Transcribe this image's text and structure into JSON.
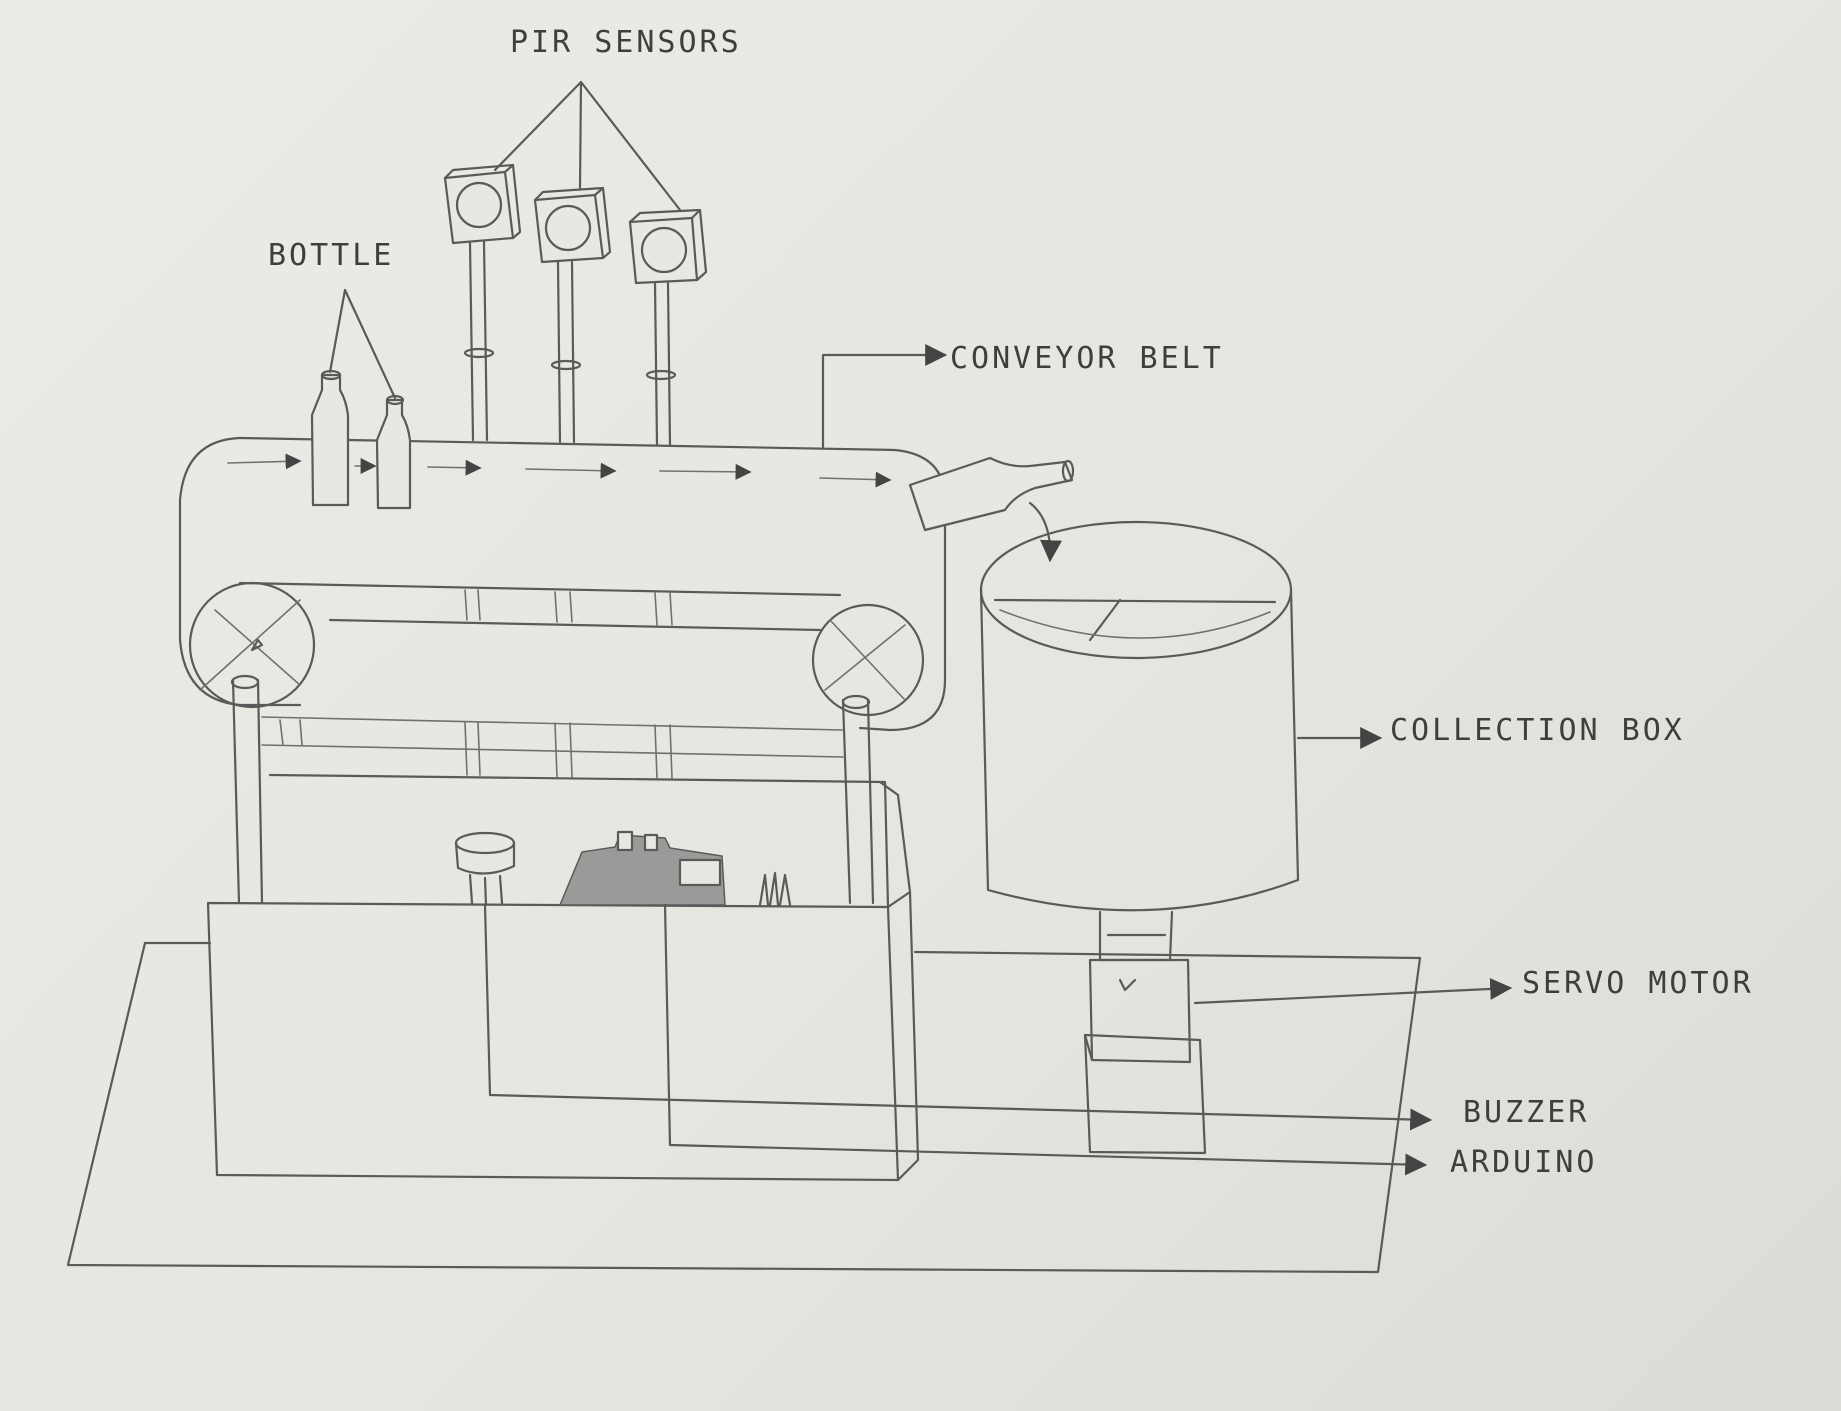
{
  "diagram": {
    "labels": {
      "pir_sensors": "PIR SENSORS",
      "bottle": "BOTTLE",
      "conveyor_belt": "CONVEYOR BELT",
      "collection_box": "COLLECTION BOX",
      "servo_motor": "SERVO MOTOR",
      "buzzer": "BUZZER",
      "arduino": "ARDUINO"
    }
  }
}
